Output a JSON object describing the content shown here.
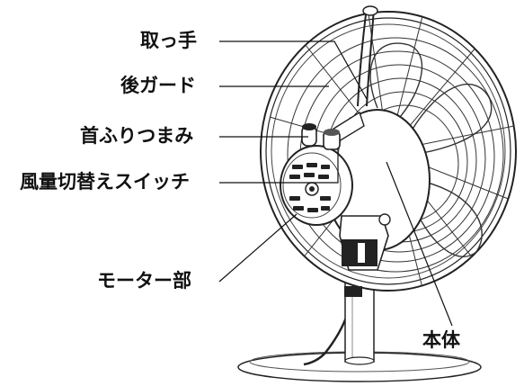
{
  "labels": {
    "handle": "取っ手",
    "rear_guard": "後ガード",
    "swing_knob": "首ふりつまみ",
    "wind_switch": "風量切替えスイッチ",
    "motor": "モーター部",
    "body": "本体"
  }
}
